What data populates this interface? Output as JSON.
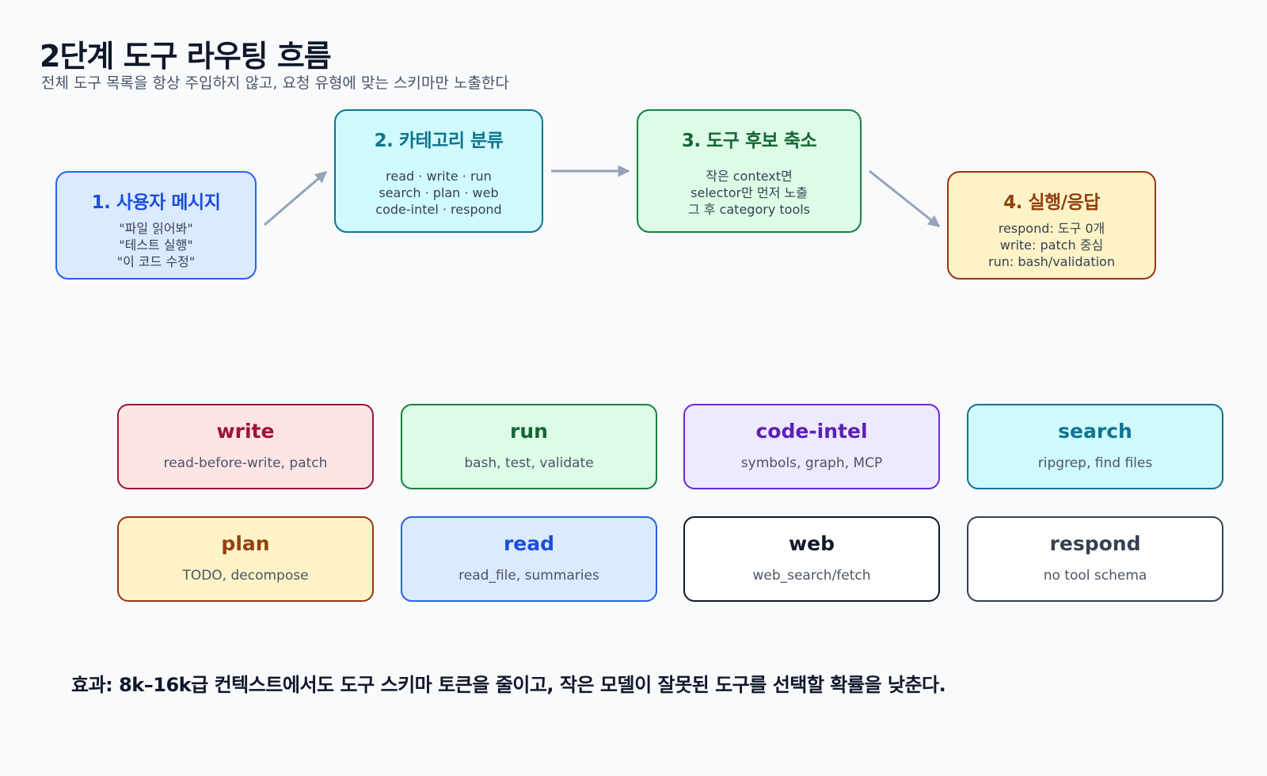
{
  "header": {
    "title": "2단계 도구 라우팅 흐름",
    "subtitle": "전체 도구 목록을 항상 주입하지 않고, 요청 유형에 맞는 스키마만 노출한다"
  },
  "flow": [
    {
      "title": "1. 사용자 메시지",
      "lines": [
        "\"파일 읽어봐\"",
        "\"테스트 실행\"",
        "\"이 코드 수정\""
      ]
    },
    {
      "title": "2. 카테고리 분류",
      "lines": [
        "read · write · run",
        "search · plan · web",
        "code-intel · respond"
      ]
    },
    {
      "title": "3. 도구 후보 축소",
      "lines": [
        "작은 context면",
        "selector만 먼저 노출",
        "그 후 category tools"
      ]
    },
    {
      "title": "4. 실행/응답",
      "lines": [
        "respond: 도구 0개",
        "write: patch 중심",
        "run: bash/validation"
      ]
    }
  ],
  "categories": [
    {
      "name": "write",
      "desc": "read-before-write, patch"
    },
    {
      "name": "run",
      "desc": "bash, test, validate"
    },
    {
      "name": "code-intel",
      "desc": "symbols, graph, MCP"
    },
    {
      "name": "search",
      "desc": "ripgrep, find files"
    },
    {
      "name": "plan",
      "desc": "TODO, decompose"
    },
    {
      "name": "read",
      "desc": "read_file, summaries"
    },
    {
      "name": "web",
      "desc": "web_search/fetch"
    },
    {
      "name": "respond",
      "desc": "no tool schema"
    }
  ],
  "footer": "효과: 8k–16k급 컨텍스트에서도 도구 스키마 토큰을 줄이고, 작은 모델이 잘못된 도구를 선택할 확률을 낮춘다.",
  "colors": {
    "arrow": "#94a3b8",
    "user_message": {
      "bg": "#dbeafe",
      "border": "#2563eb",
      "title": "#1d4ed8"
    },
    "classify": {
      "bg": "#cffafe",
      "border": "#0e7490",
      "title": "#0e7490"
    },
    "narrow": {
      "bg": "#dcfce7",
      "border": "#15803d",
      "title": "#166534"
    },
    "execute": {
      "bg": "#fef3c7",
      "border": "#9a3412",
      "title": "#92400e"
    },
    "write": {
      "bg": "#ffe4e6",
      "border": "#9f1239",
      "title": "#9f1239"
    },
    "run": {
      "bg": "#dcfce7",
      "border": "#15803d",
      "title": "#166534"
    },
    "code_intel": {
      "bg": "#ede9fe",
      "border": "#6d28d9",
      "title": "#5b21b6"
    },
    "search": {
      "bg": "#cffafe",
      "border": "#0e7490",
      "title": "#0e7490"
    },
    "plan": {
      "bg": "#fef3c7",
      "border": "#9a3412",
      "title": "#92400e"
    },
    "read": {
      "bg": "#dbeafe",
      "border": "#2563eb",
      "title": "#1d4ed8"
    },
    "web": {
      "bg": "#ffffff",
      "border": "#111827",
      "title": "#111827"
    },
    "respond": {
      "bg": "#ffffff",
      "border": "#374151",
      "title": "#374151"
    }
  }
}
